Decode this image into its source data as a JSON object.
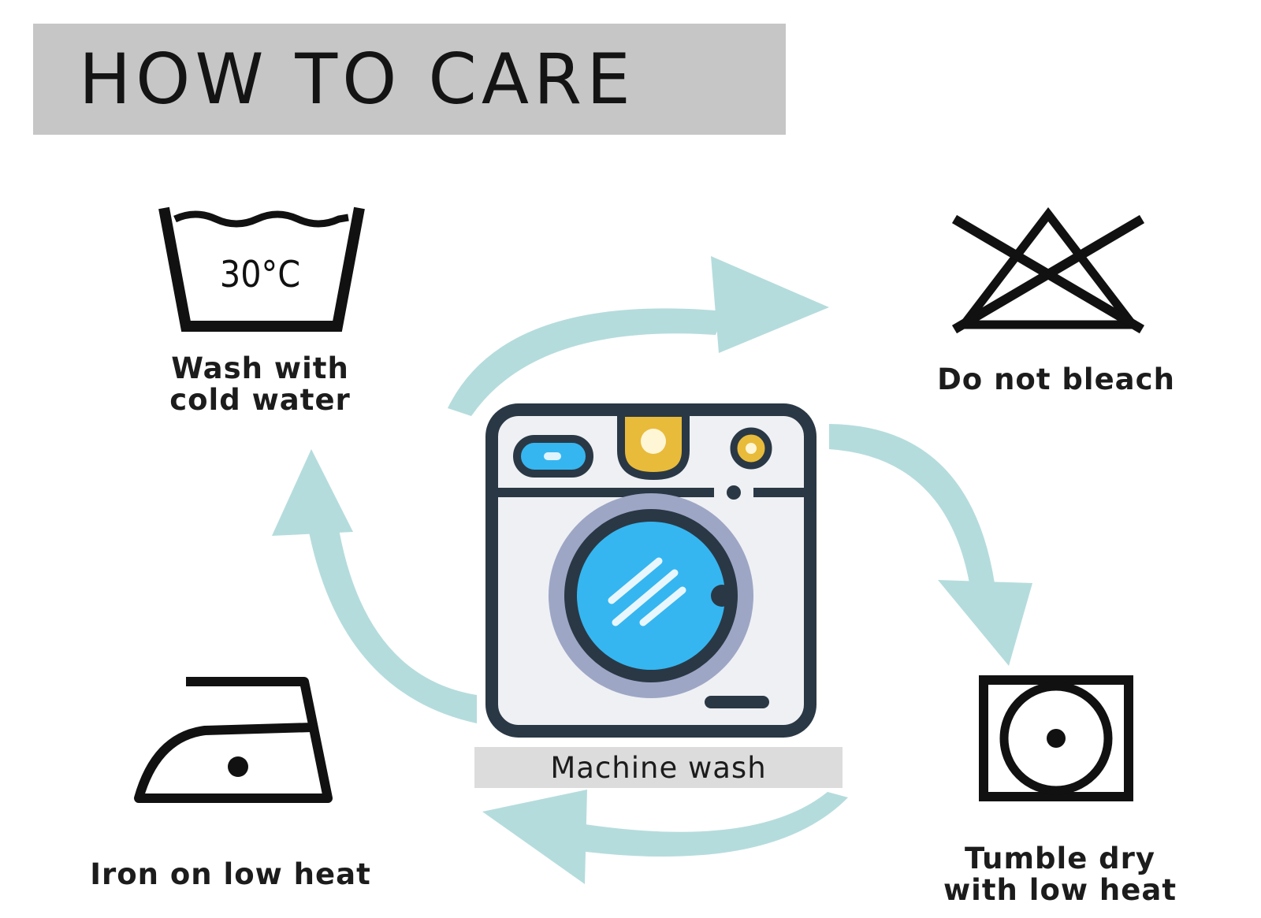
{
  "header": {
    "title": "HOW TO CARE"
  },
  "steps": {
    "wash": {
      "label_line1": "Wash with",
      "label_line2": "cold water",
      "temperature": "30°C",
      "icon": "wash-tub-icon"
    },
    "bleach": {
      "label": "Do not bleach",
      "icon": "no-bleach-icon"
    },
    "tumble": {
      "label_line1": "Tumble dry",
      "label_line2": "with low heat",
      "icon": "tumble-dry-icon"
    },
    "iron": {
      "label": "Iron on low heat",
      "icon": "iron-icon"
    },
    "machine": {
      "label": "Machine wash",
      "icon": "washing-machine-icon"
    }
  },
  "colors": {
    "arrow": "#b5dcdc",
    "machine_outline": "#2a3845",
    "drum": "#35b6f0",
    "accent_yellow": "#e8bb3a",
    "title_bg": "#c6c6c6"
  }
}
